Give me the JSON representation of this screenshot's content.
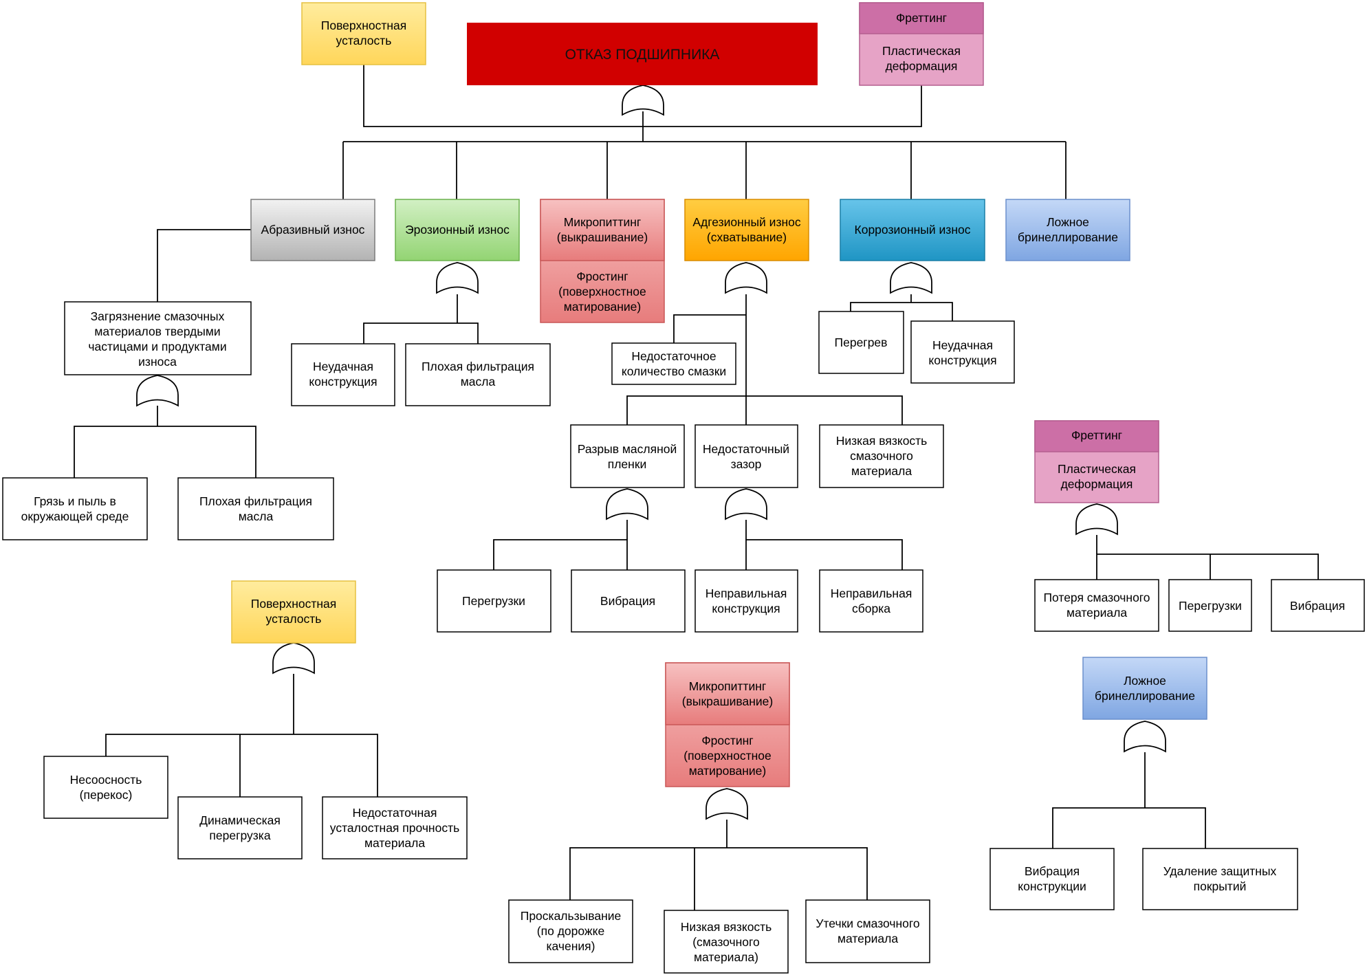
{
  "palette": {
    "red_title": "#d10000",
    "pink_top": "#cc6fa6",
    "pink_bottom": "#e6a3c6",
    "yellow_top": "#ffec9e",
    "yellow_bottom": "#ffd65a",
    "gray_top": "#f2f2f2",
    "gray_bottom": "#b3b3b3",
    "green_top": "#d2f0c4",
    "green_bottom": "#93d473",
    "red_light_top": "#f7c1c1",
    "red_light_bottom": "#e77c7c",
    "orange_top": "#ffcd42",
    "orange_bottom": "#ffa500",
    "teal_top": "#67c4ea",
    "teal_bottom": "#1f95c4",
    "blue_top": "#c4d8f7",
    "blue_bottom": "#7fa6e2"
  },
  "icons": {
    "gate": "or-gate-icon"
  },
  "nodes": {
    "root": "ОТКАЗ ПОДШИПНИКА",
    "surface_fatigue": [
      "Поверхностная",
      "усталость"
    ],
    "fretting_title": "Фреттинг",
    "plastic_deformation": [
      "Пластическая",
      "деформация"
    ],
    "abrasive": "Абразивный износ",
    "erosion": "Эрозионный износ",
    "micropitting": [
      "Микропиттинг",
      "(выкрашивание)"
    ],
    "frosting": [
      "Фростинг",
      "(поверхностное",
      "матирование)"
    ],
    "adhesive": [
      "Адгезионный износ",
      "(схватывание)"
    ],
    "corrosion": "Коррозионный износ",
    "false_brinelling": [
      "Ложное",
      "бринеллирование"
    ],
    "contamination": [
      "Загрязнение смазочных",
      "материалов твердыми",
      "частицами и продуктами",
      "износа"
    ],
    "dirt_dust": [
      "Грязь и пыль в",
      "окружающей среде"
    ],
    "poor_filtration": [
      "Плохая фильтрация",
      "масла"
    ],
    "bad_design": [
      "Неудачная",
      "конструкция"
    ],
    "lack_lubricant": [
      "Недостаточное",
      "количество смазки"
    ],
    "overheating": "Перегрев",
    "oil_film_break": [
      "Разрыв масляной",
      "пленки"
    ],
    "insufficient_clearance": [
      "Недостаточный",
      "зазор"
    ],
    "low_viscosity": [
      "Низкая вязкость",
      "смазочного",
      "материала"
    ],
    "overloads": "Перегрузки",
    "vibration": "Вибрация",
    "wrong_design": [
      "Неправильная",
      "конструкция"
    ],
    "wrong_assembly": [
      "Неправильная",
      "сборка"
    ],
    "lubricant_loss": [
      "Потеря смазочного",
      "материала"
    ],
    "misalignment": [
      "Несоосность",
      "(перекос)"
    ],
    "dynamic_overload": [
      "Динамическая",
      "перегрузка"
    ],
    "low_fatigue_strength": [
      "Недостаточная",
      "усталостная прочность",
      "материала"
    ],
    "slipping": [
      "Проскальзывание",
      "(по дорожке",
      "качения)"
    ],
    "low_viscosity_2": [
      "Низкая вязкость",
      "(смазочного",
      "материала)"
    ],
    "lubricant_leaks": [
      "Утечки смазочного",
      "материала"
    ],
    "structure_vibration": [
      "Вибрация",
      "конструкции"
    ],
    "coating_removal": [
      "Удаление защитных",
      "покрытий"
    ]
  }
}
